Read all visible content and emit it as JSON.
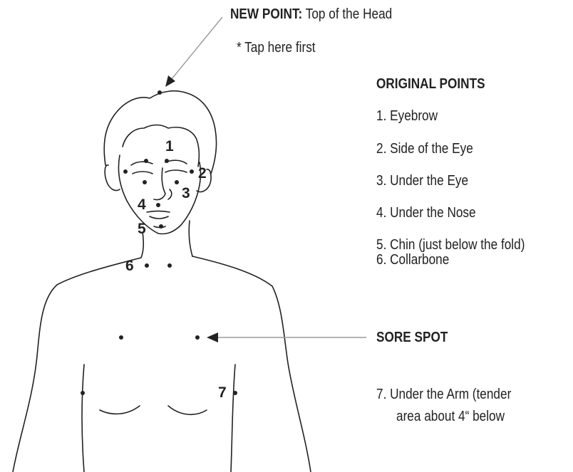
{
  "new_point": {
    "label": "NEW POINT:",
    "text": "Top of the Head",
    "note": "* Tap here first"
  },
  "original_points": {
    "heading": "ORIGINAL POINTS",
    "items": [
      "1.  Eyebrow",
      "2.  Side of the Eye",
      "3.  Under the Eye",
      "4.  Under the Nose",
      "5.  Chin (just below the fold)",
      "6.  Collarbone"
    ]
  },
  "sore_spot": {
    "label": "SORE SPOT"
  },
  "under_arm": {
    "line1": "7.  Under the Arm (tender",
    "line2": "area about 4“ below"
  },
  "figure_labels": [
    "1",
    "2",
    "3",
    "4",
    "5",
    "6",
    "7"
  ],
  "colors": {
    "ink": "#222222",
    "arrow": "#9a9a9a",
    "background": "#ffffff"
  }
}
